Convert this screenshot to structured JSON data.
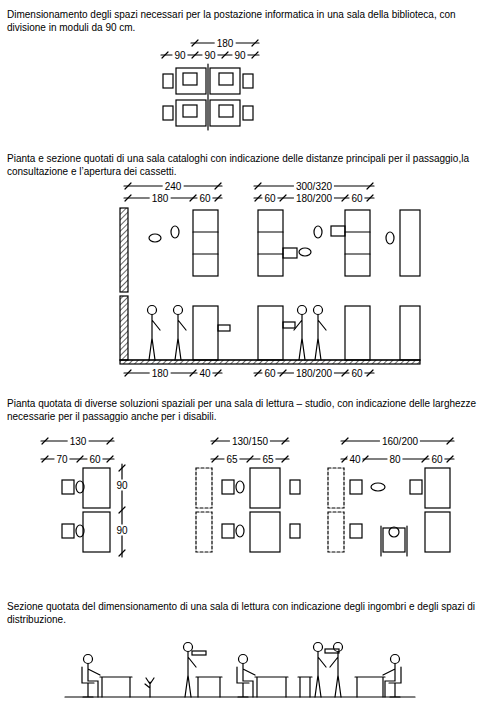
{
  "diagram": {
    "labels": [
      "Dimensionamento degli spazi necessari per la postazione informatica in una sala della biblioteca, con divisione in moduli da 90 cm.",
      "180",
      "90",
      "90",
      "90",
      "Pianta e sezione quotati di una sala cataloghi con indicazione delle distanze principali per il passaggio,la consultazione e l’apertura dei cassetti.",
      "240",
      "180",
      "60",
      "300/320",
      "60",
      "180/200",
      "60",
      "180",
      "40",
      "60",
      "180/200",
      "60",
      "Pianta quotata di diverse soluzioni spaziali per una sala di lettura – studio, con indicazione delle larghezze necessarie per il passaggio anche per i disabili.",
      "130",
      "70",
      "60",
      "90",
      "90",
      "130/150",
      "65",
      "65",
      "160/200",
      "40",
      "80",
      "60",
      "Sezione quotata del dimensionamento di una sala di lettura con indicazione degli ingombri e degli spazi di distribuzione."
    ]
  }
}
